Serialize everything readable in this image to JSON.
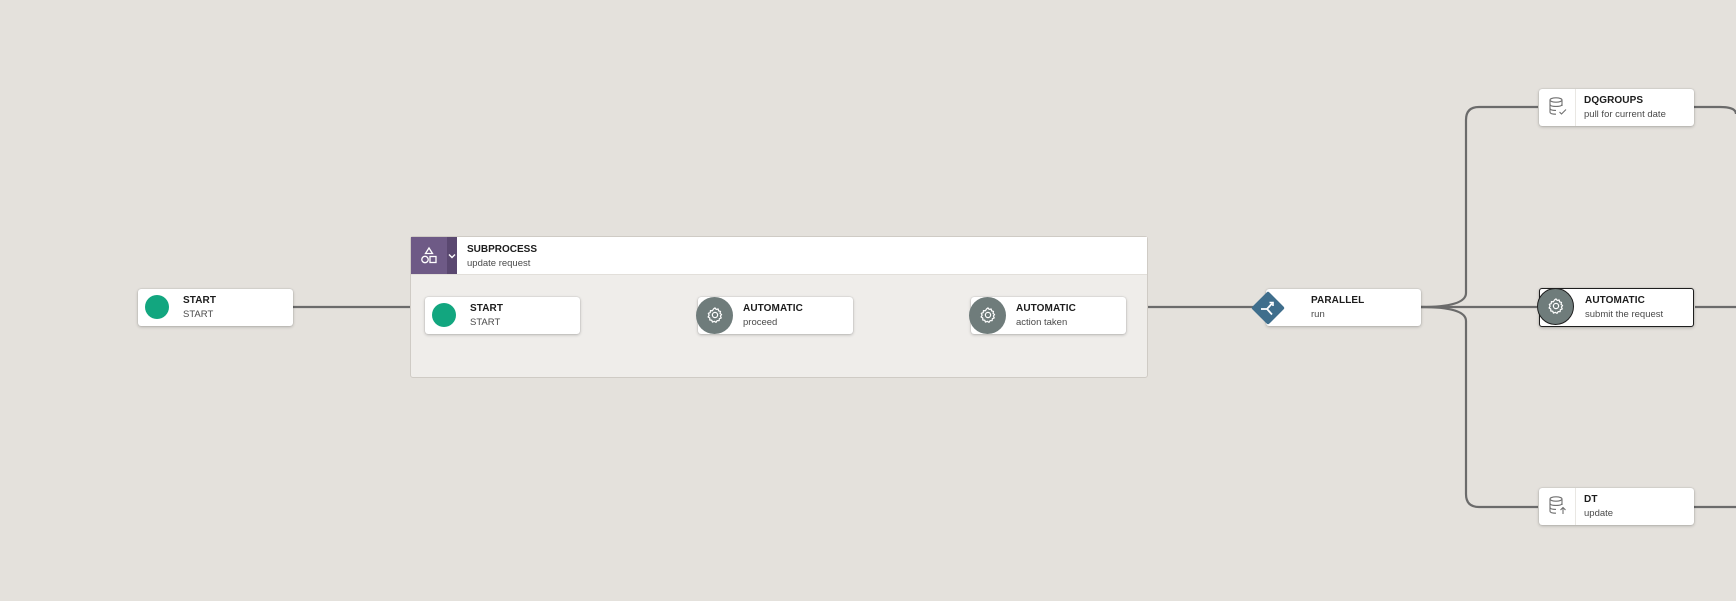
{
  "canvas": {
    "background": "#e4e1dc",
    "connector_color": "#6b6b6b"
  },
  "nodes": {
    "start_outer": {
      "title": "START",
      "subtitle": "START",
      "icon": "start-circle",
      "color": "#12a67f"
    },
    "subprocess": {
      "title": "SUBPROCESS",
      "subtitle": "update request",
      "icon": "subprocess-shapes-icon",
      "color": "#6e5a86"
    },
    "start_inner": {
      "title": "START",
      "subtitle": "START",
      "icon": "start-circle"
    },
    "auto_proceed": {
      "title": "AUTOMATIC",
      "subtitle": "proceed",
      "icon": "gear-icon"
    },
    "auto_action": {
      "title": "AUTOMATIC",
      "subtitle": "action taken",
      "icon": "gear-icon"
    },
    "parallel": {
      "title": "PARALLEL",
      "subtitle": "run",
      "icon": "parallel-gateway-icon",
      "color": "#3f6e8c"
    },
    "dqgroups": {
      "title": "DQGROUPS",
      "subtitle": "pull for current date",
      "icon": "database-check-icon"
    },
    "auto_submit": {
      "title": "AUTOMATIC",
      "subtitle": "submit the request",
      "icon": "gear-icon",
      "selected": true
    },
    "dt": {
      "title": "DT",
      "subtitle": "update",
      "icon": "database-upload-icon"
    }
  }
}
